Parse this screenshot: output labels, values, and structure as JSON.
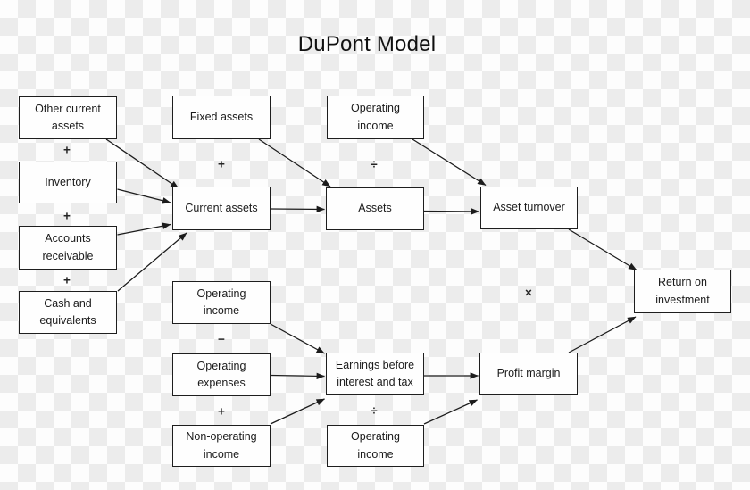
{
  "title": "DuPont Model",
  "colors": {
    "checker_light": "#fdfdfd",
    "checker_dark": "#ececec",
    "box_fill": "#fefefe",
    "box_border": "#1e1e1e",
    "line": "#1c1c1c",
    "text": "#1b1b1b"
  },
  "nodes": [
    {
      "id": "other-current-assets",
      "label": "Other current\nassets"
    },
    {
      "id": "fixed-assets",
      "label": "Fixed assets"
    },
    {
      "id": "operating-income-top",
      "label": "Operating\nincome"
    },
    {
      "id": "inventory",
      "label": "Inventory"
    },
    {
      "id": "current-assets",
      "label": "Current assets"
    },
    {
      "id": "assets",
      "label": "Assets"
    },
    {
      "id": "asset-turnover",
      "label": "Asset turnover"
    },
    {
      "id": "accounts-receivable",
      "label": "Accounts\nreceivable"
    },
    {
      "id": "operating-income-middle",
      "label": "Operating\nincome"
    },
    {
      "id": "return-on-investment",
      "label": "Return on\ninvestment"
    },
    {
      "id": "cash-and-equivalents",
      "label": "Cash and\nequivalents"
    },
    {
      "id": "operating-expenses",
      "label": "Operating\nexpenses"
    },
    {
      "id": "earnings-before-interest-and-tax",
      "label": "Earnings before\ninterest and tax"
    },
    {
      "id": "profit-margin",
      "label": "Profit margin"
    },
    {
      "id": "non-operating-income",
      "label": "Non-operating\nincome"
    },
    {
      "id": "operating-income-bottom",
      "label": "Operating\nincome"
    }
  ],
  "operators": [
    {
      "id": "plus-other-inventory",
      "symbol": "+"
    },
    {
      "id": "plus-inventory-ar",
      "symbol": "+"
    },
    {
      "id": "plus-ar-cash",
      "symbol": "+"
    },
    {
      "id": "plus-fixed-current",
      "symbol": "+"
    },
    {
      "id": "divide-income-assets",
      "symbol": "÷"
    },
    {
      "id": "minus-income-expenses",
      "symbol": "−"
    },
    {
      "id": "plus-expenses-nonop",
      "symbol": "+"
    },
    {
      "id": "divide-ebit-income",
      "symbol": "÷"
    },
    {
      "id": "times-turnover-margin",
      "symbol": "×"
    }
  ],
  "edges": [
    {
      "from": "other-current-assets",
      "to": "current-assets"
    },
    {
      "from": "inventory",
      "to": "current-assets"
    },
    {
      "from": "accounts-receivable",
      "to": "current-assets"
    },
    {
      "from": "cash-and-equivalents",
      "to": "current-assets"
    },
    {
      "from": "fixed-assets",
      "to": "assets"
    },
    {
      "from": "current-assets",
      "to": "assets"
    },
    {
      "from": "operating-income-top",
      "to": "asset-turnover"
    },
    {
      "from": "assets",
      "to": "asset-turnover"
    },
    {
      "from": "asset-turnover",
      "to": "return-on-investment"
    },
    {
      "from": "operating-income-middle",
      "to": "earnings-before-interest-and-tax"
    },
    {
      "from": "operating-expenses",
      "to": "earnings-before-interest-and-tax"
    },
    {
      "from": "non-operating-income",
      "to": "earnings-before-interest-and-tax"
    },
    {
      "from": "earnings-before-interest-and-tax",
      "to": "profit-margin"
    },
    {
      "from": "operating-income-bottom",
      "to": "profit-margin"
    },
    {
      "from": "profit-margin",
      "to": "return-on-investment"
    }
  ]
}
